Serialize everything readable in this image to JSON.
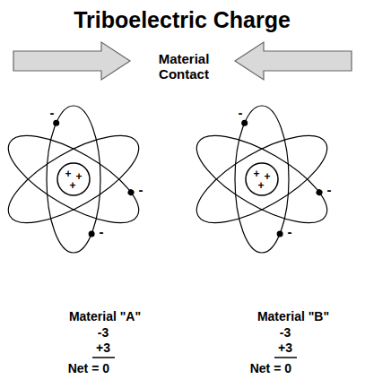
{
  "diagram": {
    "title": "Triboelectric Charge",
    "labels": [
      "Material Contact",
      "+",
      "+",
      "+",
      "-",
      "-",
      "-",
      "Material \"A\"",
      "-3",
      "+3",
      "Net = 0",
      "+",
      "+",
      "+",
      "-",
      "-",
      "-",
      "Material \"B\"",
      "-3",
      "+3",
      "Net = 0"
    ]
  }
}
